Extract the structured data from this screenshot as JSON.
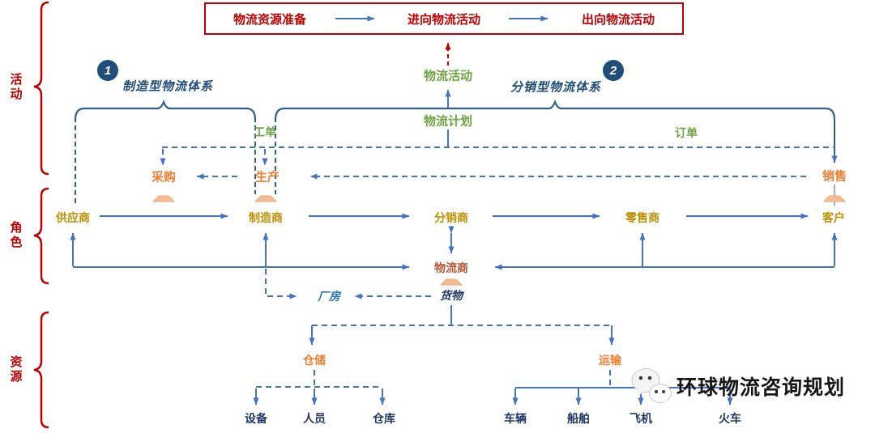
{
  "top_banner": {
    "prepare": "物流资源准备",
    "inbound": "进向物流活动",
    "outbound": "出向物流活动"
  },
  "badges": {
    "one": "1",
    "two": "2"
  },
  "systems": {
    "manufacturing": "制造型物流体系",
    "distribution": "分销型物流体系"
  },
  "sections": {
    "activities": "活动",
    "roles": "角色",
    "resources": "资源"
  },
  "plan": {
    "logistics_activity": "物流活动",
    "logistics_plan": "物流计划",
    "work_order": "工单",
    "sales_order": "订单"
  },
  "activities": {
    "procurement": "采购",
    "production": "生产",
    "sales": "销售"
  },
  "roles": {
    "supplier": "供应商",
    "manufacturer": "制造商",
    "distributor": "分销商",
    "retailer": "零售商",
    "customer": "客户",
    "logistics_provider": "物流商"
  },
  "facilities": {
    "factory": "厂房",
    "goods": "货物"
  },
  "resources": {
    "warehousing": "仓储",
    "transport": "运输",
    "equipment": "设备",
    "staff": "人员",
    "warehouse": "仓库",
    "vehicles": "车辆",
    "ships": "船舶",
    "aircraft": "飞机",
    "trains": "火车"
  },
  "watermark": {
    "brand": "环球物流咨询规划"
  },
  "colors": {
    "line_blue": "#4472C4",
    "steel_blue": "#31618E",
    "navy": "#1F3864",
    "green": "#6FA243",
    "orange": "#ED7D31",
    "dark_yellow": "#BF8F00",
    "brown": "#B9532F",
    "red": "#C00000",
    "peach": "#F6BD93"
  }
}
